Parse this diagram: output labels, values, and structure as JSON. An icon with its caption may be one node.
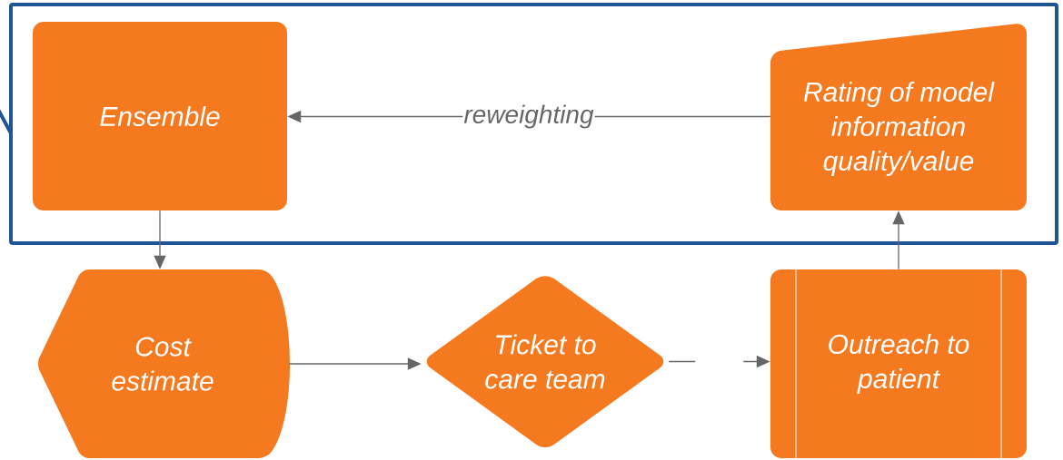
{
  "diagram": {
    "nodes": [
      {
        "text": [],
        "shape": "box"
      },
      {
        "text": [
          "Ensemble"
        ],
        "in": 0
      },
      {
        "text": [
          "Rating of model information quality/value"
        ],
        "in": 0
      },
      {
        "text": [
          "Cost estimate"
        ]
      },
      {
        "text": [
          "Ticket to care team"
        ]
      },
      {
        "text": [
          "Outreach to patient"
        ]
      }
    ],
    "edges": [
      {
        "from": 2,
        "to": 1,
        "arrow": "to",
        "label": "reweighting"
      },
      {
        "from": 1,
        "to": 3,
        "arrow": "to"
      },
      {
        "from": 3,
        "to": 4,
        "arrow": "to"
      },
      {
        "from": 4,
        "to": 5,
        "arrow": "to",
        "style": "dashed"
      },
      {
        "from": 5,
        "to": 2,
        "arrow": "to"
      },
      {
        "from": 0,
        "to": null,
        "arrow": "none",
        "style": "thick",
        "color": "#1f5597"
      }
    ]
  }
}
